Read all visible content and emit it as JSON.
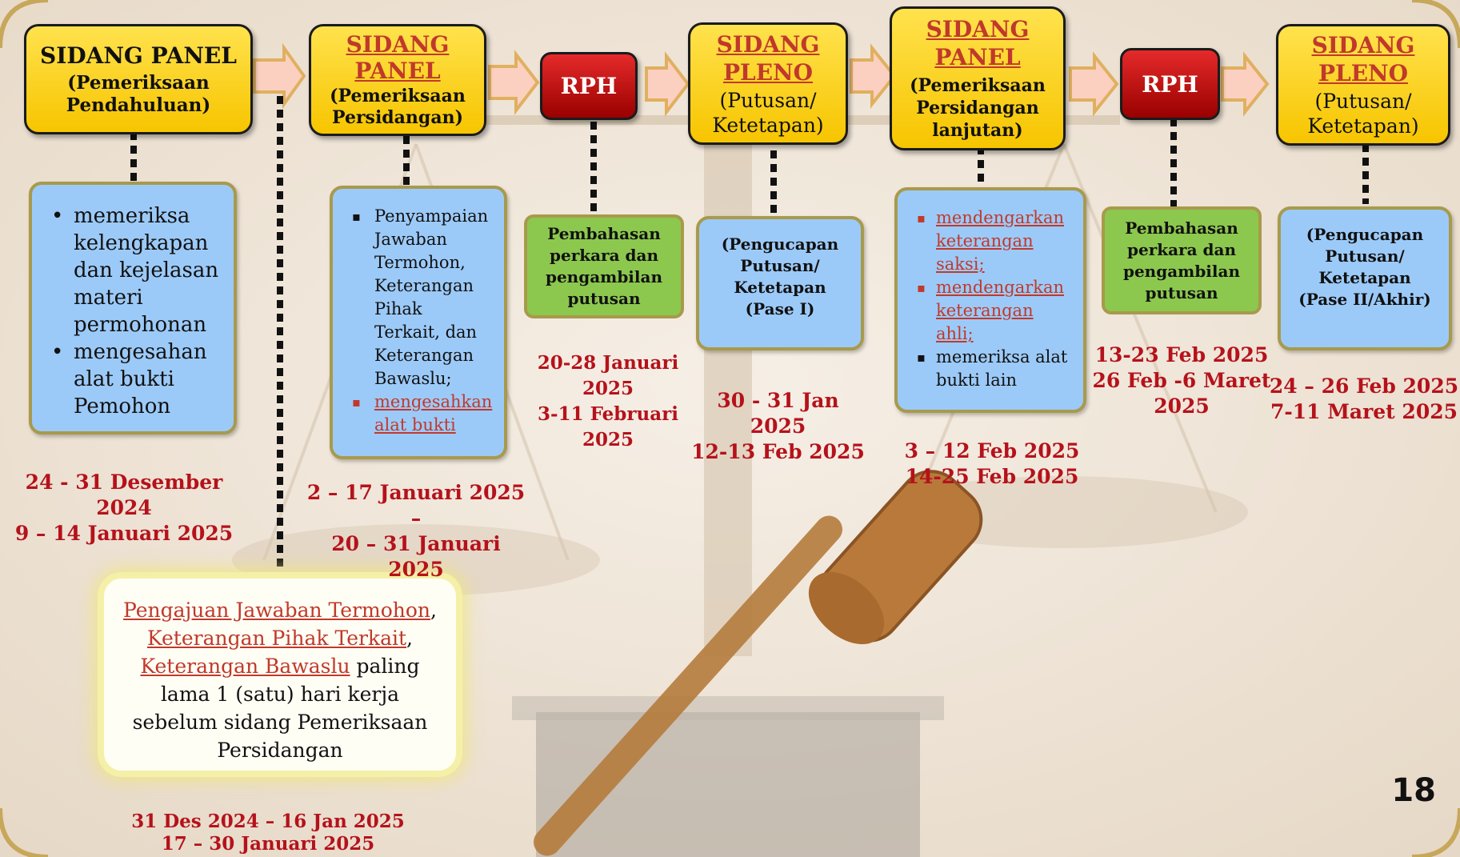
{
  "stages": {
    "s1": {
      "title": "SIDANG PANEL",
      "sub": "(Pemeriksaan Pendahuluan)"
    },
    "s2": {
      "title_line1": "SIDANG",
      "title_line2": "PANEL",
      "sub": "(Pemeriksaan Persidangan)"
    },
    "s3": {
      "title": "RPH"
    },
    "s4": {
      "title_line1": "SIDANG",
      "title_line2": "PLENO",
      "sub": "(Putusan/ Ketetapan)"
    },
    "s5": {
      "title_line1": "SIDANG",
      "title_line2": "PANEL",
      "sub": "(Pemeriksaan Persidangan lanjutan)"
    },
    "s6": {
      "title": "RPH"
    },
    "s7": {
      "title_line1": "SIDANG",
      "title_line2": "PLENO",
      "sub": "(Putusan/ Ketetapan)"
    }
  },
  "details": {
    "d1": [
      "memeriksa kelengkapan dan kejelasan materi permohonan",
      "mengesahan alat bukti Pemohon"
    ],
    "d2": [
      "Penyampaian Jawaban Termohon, Keterangan Pihak Terkait, dan Keterangan Bawaslu;",
      "mengesahkan alat bukti"
    ],
    "d3": "Pembahasan perkara dan pengambilan putusan",
    "d4": "(Pengucapan Putusan/ Ketetapan (Pase I)",
    "d5": [
      "mendengarkan keterangan saksi;",
      "mendengarkan keterangan ahli;",
      "memeriksa alat bukti lain"
    ],
    "d6": "Pembahasan perkara dan pengambilan putusan",
    "d7": "(Pengucapan Putusan/ Ketetapan (Pase II/Akhir)"
  },
  "dates": {
    "d1": [
      "24 -  31 Desember 2024",
      "9 – 14  Januari 2025"
    ],
    "d2": [
      "2 – 17 Januari 2025 –",
      "20 – 31 Januari 2025"
    ],
    "d3": [
      "20-28 Januari 2025",
      "3-11 Februari 2025"
    ],
    "d4": [
      "30 - 31 Jan 2025",
      "12-13 Feb 2025"
    ],
    "d5": [
      "3 – 12 Feb 2025",
      "14-25 Feb 2025"
    ],
    "d6": [
      "13-23 Feb 2025",
      "26 Feb -6 Maret",
      "2025"
    ],
    "d7": [
      "24 – 26 Feb 2025",
      "7-11 Maret 2025"
    ],
    "note": [
      "31 Des  2024 – 16 Jan 2025",
      "17 – 30 Januari 2025"
    ]
  },
  "note": {
    "link1": "Pengajuan Jawaban Termohon",
    "sep1": ", ",
    "link2": "Keterangan Pihak Terkait",
    "sep2": ", ",
    "link3": "Keterangan Bawaslu",
    "rest": " paling lama 1 (satu) hari kerja sebelum sidang Pemeriksaan Persidangan"
  },
  "page_number": "18",
  "colors": {
    "stage_yellow": "#f7c500",
    "rph_red": "#b50000",
    "detail_blue": "#9ccaf8",
    "detail_green": "#8cc84e",
    "date_red": "#b5121b",
    "arrow_fill": "#fcd0c0",
    "arrow_stroke": "#e0b060"
  }
}
